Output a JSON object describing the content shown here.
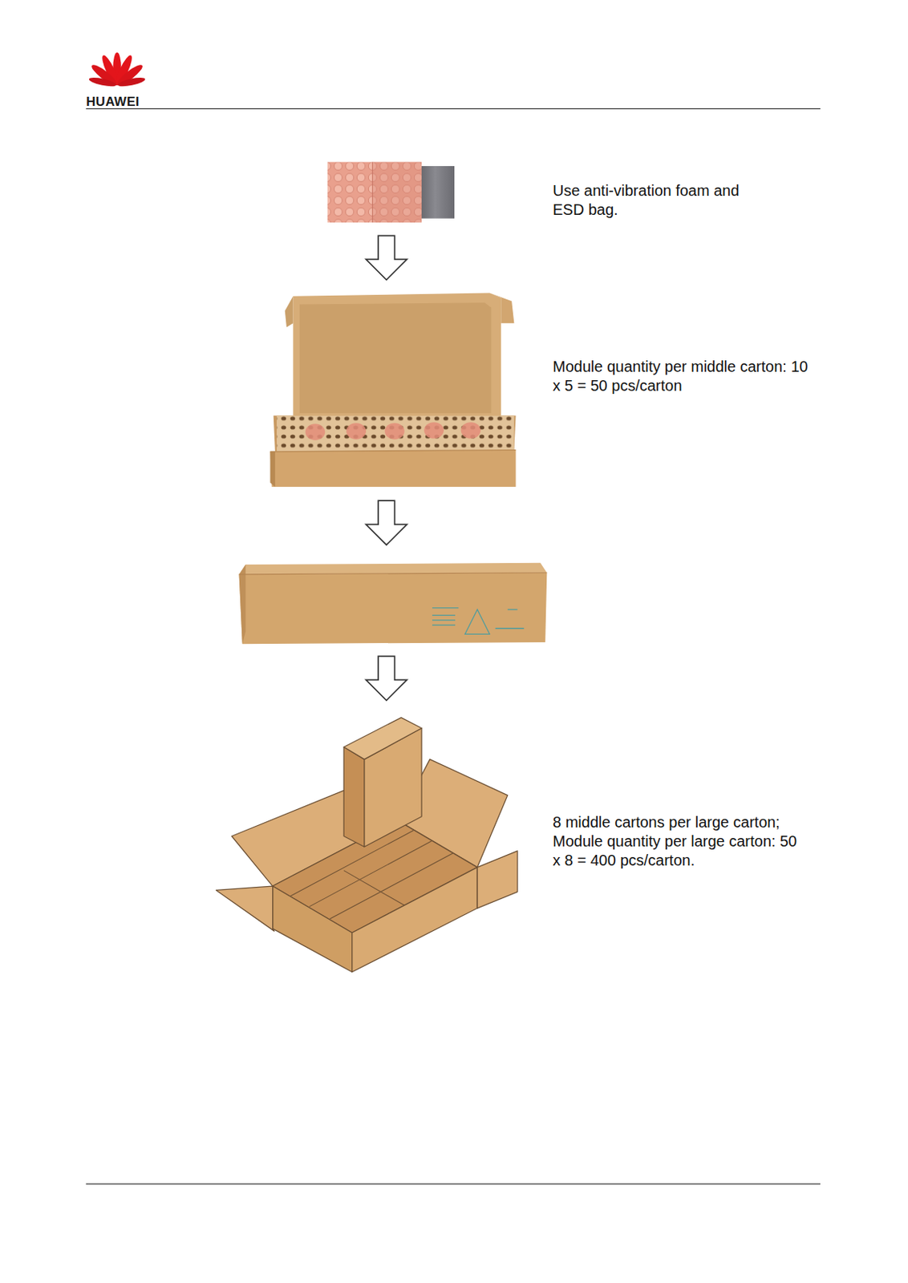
{
  "diagram": {
    "labels": [
      "HUAWEI",
      "Use anti-vibration foam and ESD bag.",
      "Module quantity per middle carton: 10 x 5 = 50 pcs/carton",
      "8 middle cartons per large carton; Module quantity per large carton: 50 x 8 = 400 pcs/carton."
    ]
  }
}
